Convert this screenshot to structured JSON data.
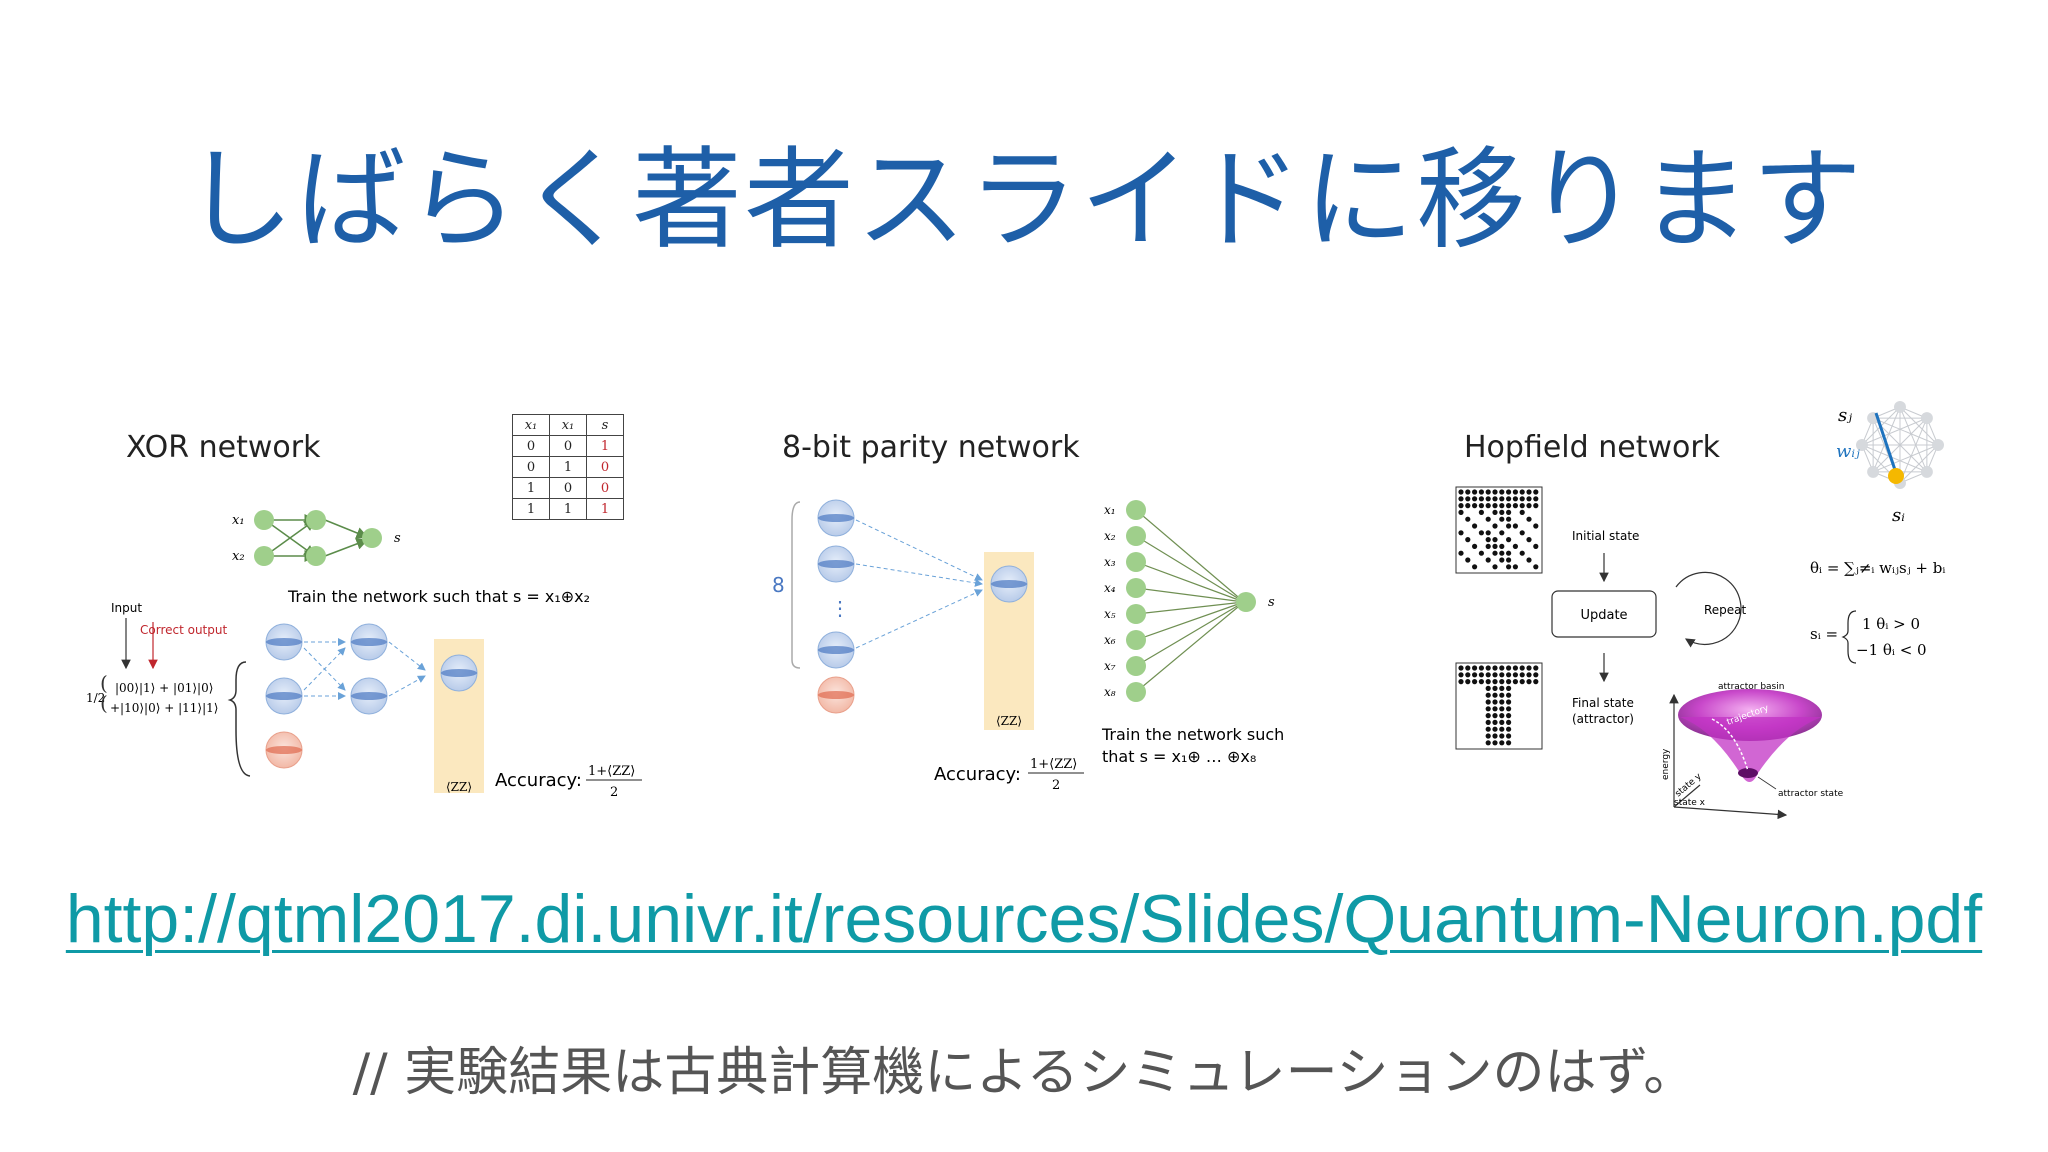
{
  "slide": {
    "title": "しばらく著者スライドに移ります",
    "link": "http://qtml2017.di.univr.it/resources/Slides/Quantum-Neuron.pdf",
    "note": "// 実験結果は古典計算機によるシミュレーションのはず。"
  },
  "xor": {
    "title": "XOR network",
    "truth_table": {
      "headers": [
        "x₁",
        "x₁",
        "s"
      ],
      "rows": [
        [
          "0",
          "0",
          "1"
        ],
        [
          "0",
          "1",
          "0"
        ],
        [
          "1",
          "0",
          "0"
        ],
        [
          "1",
          "1",
          "1"
        ]
      ]
    },
    "net_x1": "x₁",
    "net_x2": "x₂",
    "net_s": "s",
    "train_text": "Train the network such that s = x₁⊕x₂",
    "input_label": "Input",
    "correct_output_label": "Correct output",
    "state_line1": "|00⟩|1⟩ + |01⟩|0⟩",
    "state_line2": "+|10⟩|0⟩ + |11⟩|1⟩",
    "half": "1/2",
    "zz": "⟨ZZ⟩",
    "accuracy_label": "Accuracy:",
    "accuracy_num": "1+⟨ZZ⟩",
    "accuracy_den": "2"
  },
  "parity": {
    "title": "8-bit parity network",
    "count": "8",
    "dots": "⋮",
    "zz": "⟨ZZ⟩",
    "accuracy_label": "Accuracy:",
    "accuracy_num": "1+⟨ZZ⟩",
    "accuracy_den": "2",
    "inputs": [
      "x₁",
      "x₂",
      "x₃",
      "x₄",
      "x₅",
      "x₆",
      "x₇",
      "x₈"
    ],
    "output": "s",
    "train_line1": "Train the network such",
    "train_line2": "that s = x₁⊕ … ⊕x₈"
  },
  "hopfield": {
    "title": "Hopfield network",
    "initial_state": "Initial state",
    "update": "Update",
    "repeat": "Repeat",
    "final_state_1": "Final state",
    "final_state_2": "(attractor)",
    "sj": "sⱼ",
    "wij": "wᵢⱼ",
    "si": "sᵢ",
    "theta_eq": "θᵢ = ∑ⱼ≠ᵢ wᵢⱼsⱼ + bᵢ",
    "s_eq_lhs": "sᵢ =",
    "s_case1": "1     θᵢ > 0",
    "s_case2": "−1    θᵢ < 0",
    "attractor_basin": "attractor basin",
    "trajectory": "trajectory",
    "attractor_state": "attractor state",
    "energy": "energy",
    "state_y": "state y",
    "state_x": "state x"
  },
  "colors": {
    "title": "#1e5fa8",
    "link": "#0f9aa6",
    "node_green": "#9fcf8b",
    "highlight": "#fbe8bf",
    "qubit_blue": "#4a78c2",
    "qubit_red": "#e06a4e"
  }
}
